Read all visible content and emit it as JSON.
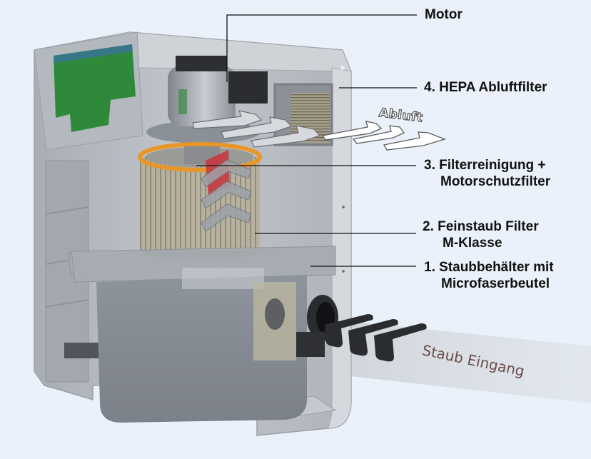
{
  "diagram": {
    "subject": "Vacuum unit cutaway with filter stages",
    "colors": {
      "background": "#EAF1FA",
      "label_text": "#111111",
      "intake_text": "#6E4A48",
      "housing": "#B9BEC4",
      "pcb": "#2E8A3A",
      "filter_ring": "#E8962A",
      "intake_arrows": "#2A2C30"
    },
    "callouts": [
      {
        "id": "motor",
        "line1": "Motor",
        "line2": ""
      },
      {
        "id": "hepa",
        "line1": "4. HEPA Abluftfilter",
        "line2": ""
      },
      {
        "id": "filterreinigung",
        "line1": "3. Filterreinigung +",
        "line2": "Motorschutzfilter"
      },
      {
        "id": "feinstaub",
        "line1": "2. Feinstaub Filter",
        "line2": "M-Klasse"
      },
      {
        "id": "staubbehaelter",
        "line1": "1. Staubbehälter mit",
        "line2": "Microfaserbeutel"
      }
    ],
    "flow_labels": {
      "exhaust": "Abluft",
      "intake": "Staub Eingang"
    },
    "icons": {
      "exhaust_arrows": "chevron-right-outline-x3",
      "intake_arrows": "chevron-left-solid-x3",
      "airflow_up_arrows": "chevron-up-outline-x5"
    }
  }
}
